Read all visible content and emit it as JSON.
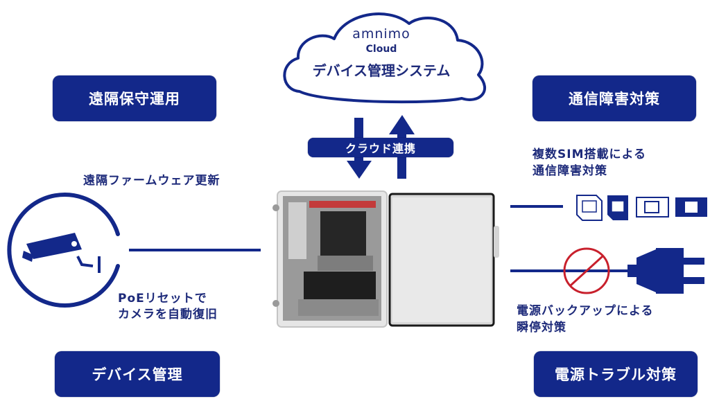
{
  "cloud": {
    "brand": "amnimo",
    "sub": "Cloud",
    "title": "デバイス管理システム"
  },
  "sync_label": "クラウド連携",
  "categories": {
    "top_left": "遠隔保守運用",
    "top_right": "通信障害対策",
    "bottom_left": "デバイス管理",
    "bottom_right": "電源トラブル対策"
  },
  "features": {
    "firmware": "遠隔ファームウェア更新",
    "poe_line1": "PoEリセットで",
    "poe_line2": "カメラを自動復旧",
    "sim_line1": "複数SIM搭載による",
    "sim_line2": "通信障害対策",
    "power_line1": "電源バックアップによる",
    "power_line2": "瞬停対策"
  },
  "colors": {
    "navy": "#13288a",
    "text": "#1d2a7a",
    "prohibit": "#c8202c"
  },
  "icons": [
    "cloud-icon",
    "camera-icon",
    "sim-card-icon",
    "power-plug-icon",
    "prohibit-icon",
    "arrow-up-icon",
    "arrow-down-icon"
  ]
}
